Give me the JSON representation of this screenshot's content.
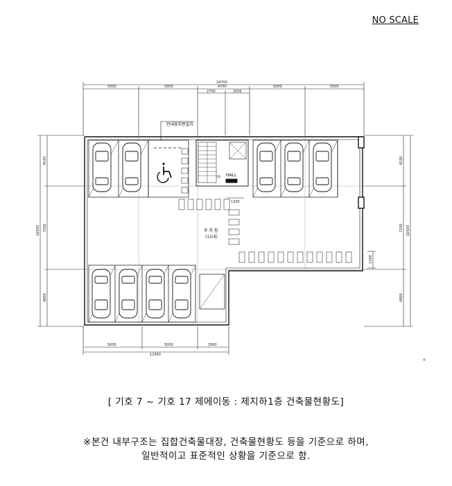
{
  "scale_note": "NO SCALE",
  "dimensions": {
    "total_top": "24700",
    "top_segments": [
      "5000",
      "5000",
      "4700",
      "5000",
      "5000"
    ],
    "top_sub": [
      "2700",
      "2000"
    ],
    "bottom_segments": [
      "5000",
      "5000",
      "2900"
    ],
    "bottom_total": "12900",
    "left": [
      "4100",
      "16500",
      "7200",
      "4800"
    ],
    "right": [
      "4100",
      "7200",
      "16500",
      "4800"
    ],
    "corridor": "1200",
    "right_small": "1300"
  },
  "labels": {
    "sign": "안내표지판설치",
    "hall": "HALL",
    "ev": "EV",
    "parking": "주 차 장",
    "parking_count": "(11대)"
  },
  "caption": "[  기호 7 ~ 기호 17 제에이동 : 제지하1층 건축물현황도]",
  "note_line1": "※본건 내부구조는 집합건축물대장, 건축물현황도 등을 기준으로 하며,",
  "note_line2": "일반적이고 표준적인 상황을 기준으로 함."
}
